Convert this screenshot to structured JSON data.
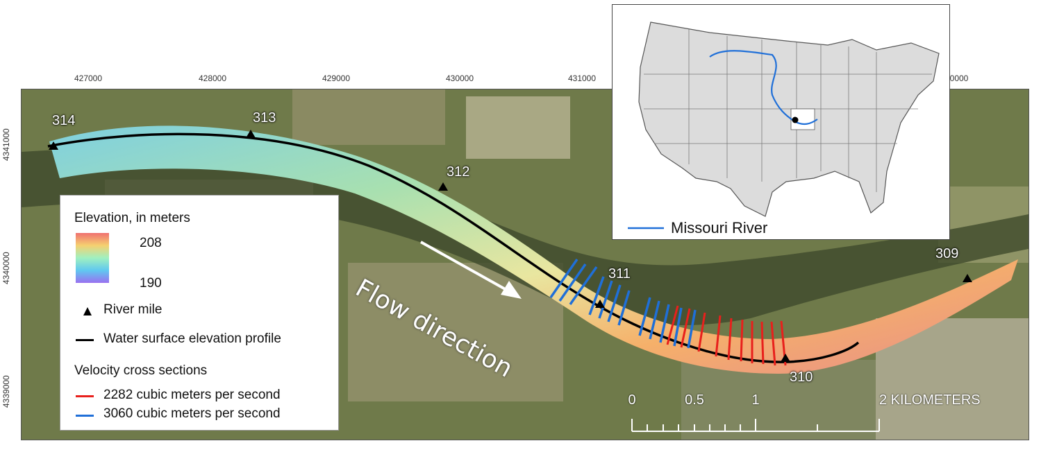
{
  "coords": {
    "top": [
      "427000",
      "428000",
      "429000",
      "430000",
      "431000",
      "0000"
    ],
    "left": [
      "4341000",
      "4340000",
      "4339000"
    ]
  },
  "river_miles": [
    "314",
    "313",
    "312",
    "311",
    "310",
    "309"
  ],
  "flow_label": "Flow direction",
  "legend": {
    "elevation_title": "Elevation, in meters",
    "elevation_max": "208",
    "elevation_min": "190",
    "river_mile": "River mile",
    "profile": "Water surface elevation profile",
    "velocity_title": "Velocity cross sections",
    "section_red": "2282 cubic meters per second",
    "section_blue": "3060 cubic meters per second"
  },
  "inset": {
    "legend_label": "Missouri River"
  },
  "scale": {
    "labels": [
      "0",
      "0.5",
      "1",
      "2 KILOMETERS"
    ]
  },
  "colors": {
    "profile": "#000000",
    "section_red": "#e8201c",
    "section_blue": "#1f6fd8",
    "missouri": "#1f6fd8",
    "land": "#6f7a4a",
    "field_light": "#a9a884",
    "trees": "#3f4a2c"
  }
}
